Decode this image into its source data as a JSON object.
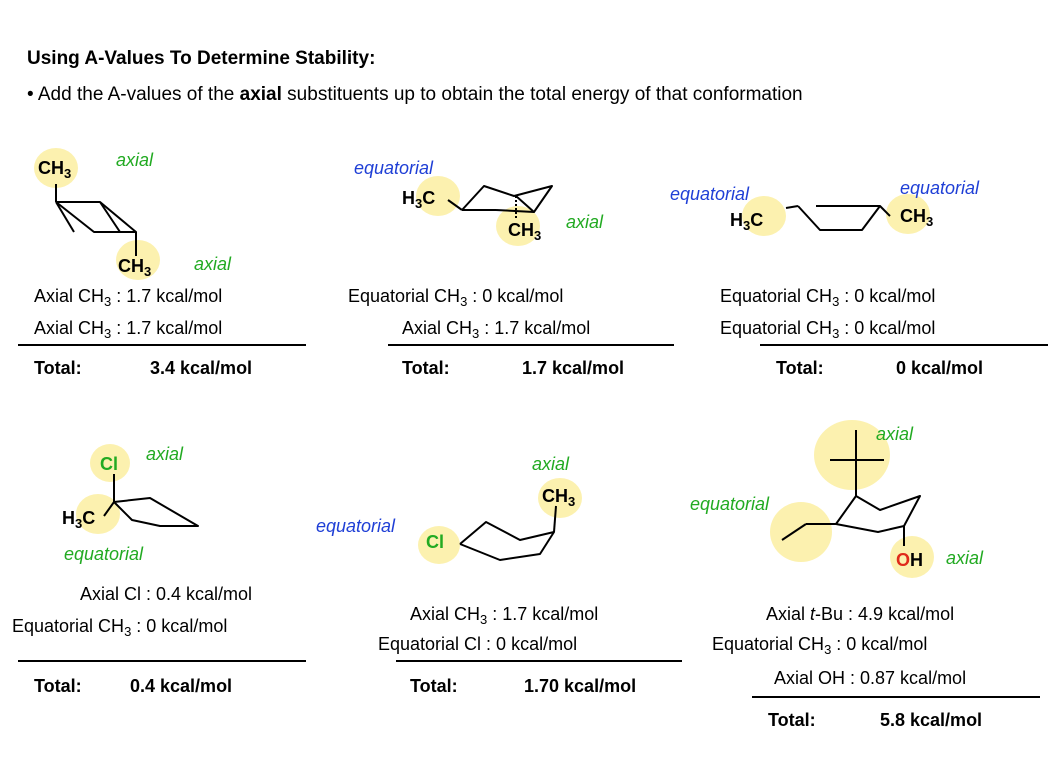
{
  "heading": "Using A-Values To Determine Stability:",
  "bullet": {
    "prefix": "• Add the A-values of the ",
    "bold": "axial",
    "suffix": " substituents up to obtain the total energy of that conformation"
  },
  "labels": {
    "axial": "axial",
    "equatorial": "equatorial"
  },
  "groups": {
    "ch3": "CH",
    "h3c": "H",
    "c": "C",
    "sub3": "3",
    "cl": "Cl",
    "o": "O",
    "h": "H"
  },
  "examples": [
    {
      "lines": [
        {
          "pre": "Axial CH",
          "sub": "3",
          "post": " : 1.7 kcal/mol"
        },
        {
          "pre": "Axial CH",
          "sub": "3",
          "post": " : 1.7 kcal/mol"
        }
      ],
      "total_label": "Total:",
      "total_value": "3.4 kcal/mol"
    },
    {
      "lines": [
        {
          "pre": "Equatorial CH",
          "sub": "3",
          "post": " : 0 kcal/mol"
        },
        {
          "pre": "Axial CH",
          "sub": "3",
          "post": " : 1.7 kcal/mol"
        }
      ],
      "total_label": "Total:",
      "total_value": "1.7 kcal/mol"
    },
    {
      "lines": [
        {
          "pre": "Equatorial CH",
          "sub": "3",
          "post": " : 0 kcal/mol"
        },
        {
          "pre": "Equatorial CH",
          "sub": "3",
          "post": " : 0 kcal/mol"
        }
      ],
      "total_label": "Total:",
      "total_value": "0 kcal/mol"
    },
    {
      "lines": [
        {
          "pre": "Axial Cl : 0.4 kcal/mol",
          "sub": "",
          "post": ""
        },
        {
          "pre": "Equatorial CH",
          "sub": "3",
          "post": " : 0 kcal/mol"
        }
      ],
      "total_label": "Total:",
      "total_value": "0.4 kcal/mol"
    },
    {
      "lines": [
        {
          "pre": "Axial CH",
          "sub": "3",
          "post": " : 1.7  kcal/mol"
        },
        {
          "pre": "Equatorial Cl : 0 kcal/mol",
          "sub": "",
          "post": ""
        }
      ],
      "total_label": "Total:",
      "total_value": "1.70 kcal/mol"
    },
    {
      "lines": [
        {
          "pre": "Axial ",
          "italic": "t",
          "pre2": "-Bu : 4.9  kcal/mol",
          "sub": "",
          "post": ""
        },
        {
          "pre": "Equatorial CH",
          "sub": "3",
          "post": " : 0 kcal/mol"
        },
        {
          "pre": "Axial OH : 0.87 kcal/mol",
          "sub": "",
          "post": ""
        }
      ],
      "total_label": "Total:",
      "total_value": "5.8 kcal/mol"
    }
  ]
}
